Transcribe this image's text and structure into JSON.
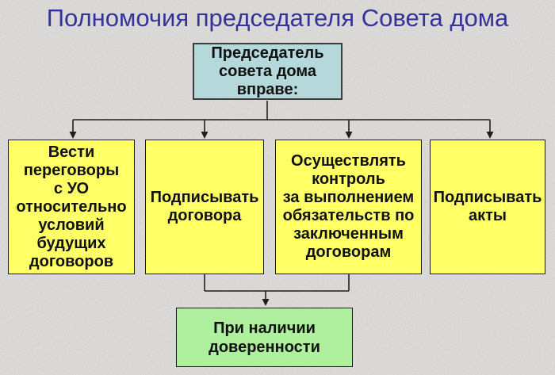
{
  "title": {
    "text": "Полномочия председателя Совета дома"
  },
  "root_box": {
    "text": "Председатель\nсовета дома\nвправе:"
  },
  "power_boxes": [
    {
      "id": "negotiations",
      "text": "Вести\nпереговоры\nс УО\nотносительно\nусловий\nбудущих\nдоговоров"
    },
    {
      "id": "sign-contracts",
      "text": "Подписывать\nдоговора"
    },
    {
      "id": "control",
      "text": "Осуществлять\nконтроль\nза выполнением\nобязательств по\nзаключенным\nдоговорам"
    },
    {
      "id": "sign-acts",
      "text": "Подписывать\nакты"
    }
  ],
  "note_box": {
    "text": "При наличии\nдоверенности"
  },
  "colors": {
    "background": "#dedcda",
    "title_text": "#333399",
    "root_box_fill": "#b5d8da",
    "power_box_fill": "#ffff66",
    "note_box_fill": "#aff09e",
    "box_text": "#111111",
    "connector_line": "#1f1f1f"
  }
}
